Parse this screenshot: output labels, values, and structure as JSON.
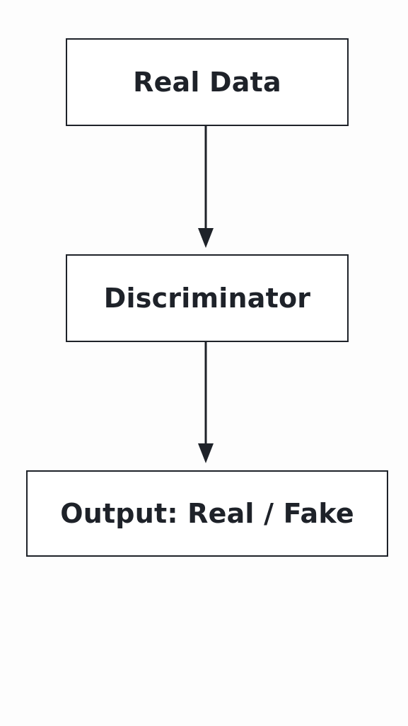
{
  "diagram": {
    "nodes": [
      {
        "id": "real-data",
        "label": "Real Data"
      },
      {
        "id": "discriminator",
        "label": "Discriminator"
      },
      {
        "id": "output",
        "label": "Output: Real / Fake"
      }
    ],
    "edges": [
      {
        "from": "real-data",
        "to": "discriminator"
      },
      {
        "from": "discriminator",
        "to": "output"
      }
    ]
  },
  "colors": {
    "stroke": "#1e2229",
    "text": "#1e2229",
    "background": "#fdfdfd"
  }
}
